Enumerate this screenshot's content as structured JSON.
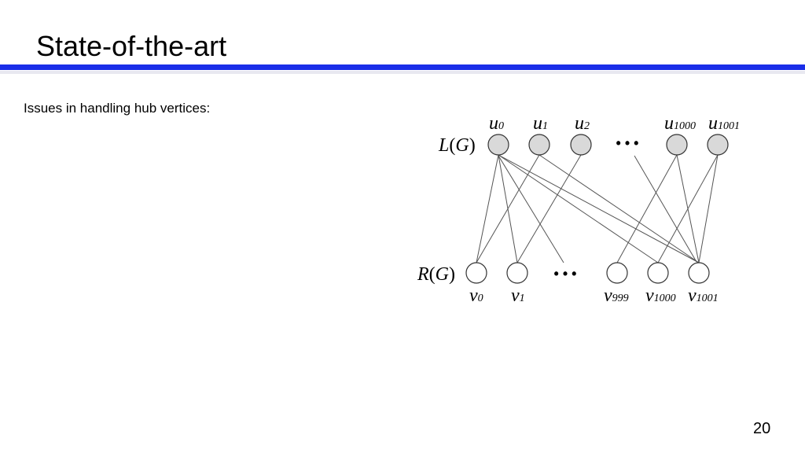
{
  "slide": {
    "title": "State-of-the-art",
    "bullet": "Issues in handling hub vertices:",
    "page_number": "20"
  },
  "colors": {
    "accent_rule": "#1a2ee8",
    "left_vertex_fill": "#d9d9d9",
    "right_vertex_fill": "#ffffff"
  },
  "graph": {
    "left_set_label": {
      "base": "L",
      "arg": "G"
    },
    "right_set_label": {
      "base": "R",
      "arg": "G"
    },
    "left_vertices": [
      {
        "id": "u0",
        "base": "u",
        "sub": "0"
      },
      {
        "id": "u1",
        "base": "u",
        "sub": "1"
      },
      {
        "id": "u2",
        "base": "u",
        "sub": "2"
      },
      {
        "id": "u1000",
        "base": "u",
        "sub": "1000"
      },
      {
        "id": "u1001",
        "base": "u",
        "sub": "1001"
      }
    ],
    "right_vertices": [
      {
        "id": "v0",
        "base": "v",
        "sub": "0"
      },
      {
        "id": "v1",
        "base": "v",
        "sub": "1"
      },
      {
        "id": "v999",
        "base": "v",
        "sub": "999"
      },
      {
        "id": "v1000",
        "base": "v",
        "sub": "1000"
      },
      {
        "id": "v1001",
        "base": "v",
        "sub": "1001"
      }
    ],
    "edges": [
      [
        "u0",
        "v0"
      ],
      [
        "u0",
        "v1"
      ],
      [
        "u0",
        "v1000"
      ],
      [
        "u0",
        "v1001"
      ],
      [
        "u1",
        "v0"
      ],
      [
        "u1",
        "v1001"
      ],
      [
        "u2",
        "v1"
      ],
      [
        "u1000",
        "v999"
      ],
      [
        "u1000",
        "v1001"
      ],
      [
        "u1001",
        "v1000"
      ],
      [
        "u1001",
        "v1001"
      ]
    ],
    "ellipsis": "• • •"
  }
}
